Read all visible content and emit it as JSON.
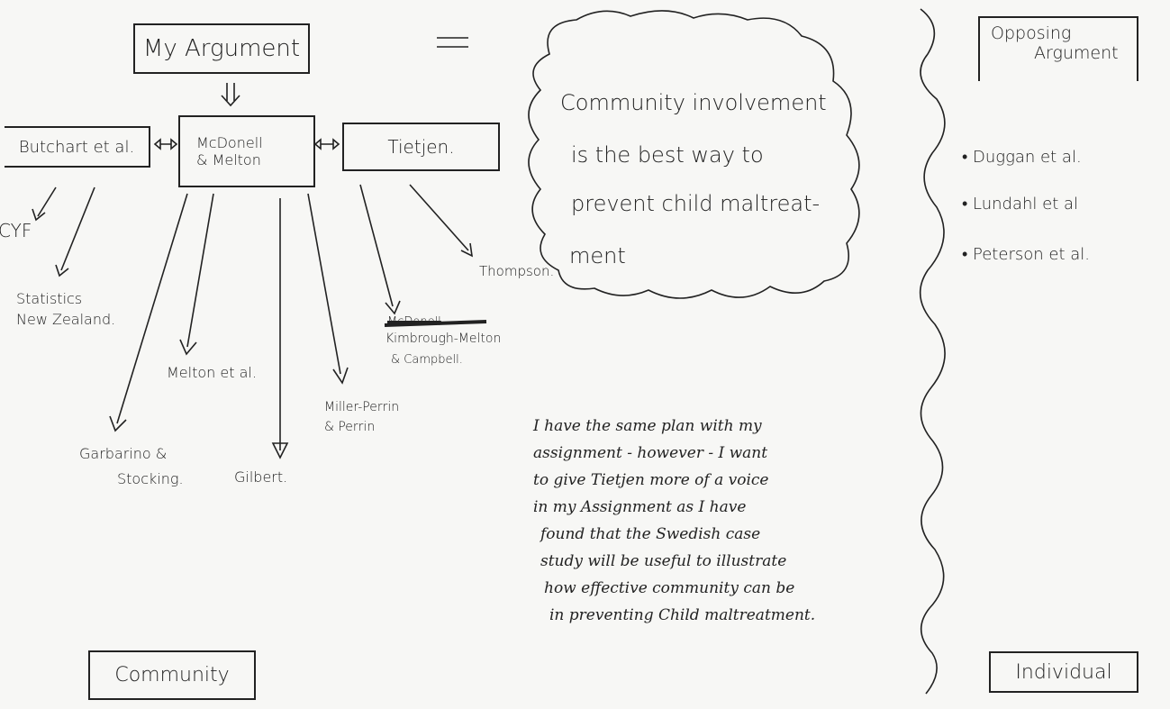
{
  "main_box": "My Argument",
  "equals": "=",
  "cloud_lines": [
    "Community involvement",
    "is the best way to",
    "prevent child maltreat-",
    "ment"
  ],
  "left_node": "Butchart et al.",
  "center_node": [
    "McDonell",
    "& Melton"
  ],
  "right_node": "Tietjen.",
  "arrows_symbol": "<>",
  "vert_arrow_symbol": "⇓",
  "sources": {
    "cyf": "CYF",
    "stats": [
      "Statistics",
      "New Zealand."
    ],
    "garbarino": [
      "Garbarino &",
      "Stocking."
    ],
    "melton": "Melton et al.",
    "gilbert": "Gilbert.",
    "miller": [
      "Miller-Perrin",
      "& Perrin"
    ],
    "crossed": "McDonell",
    "kimbrough": [
      "Kimbrough-Melton",
      "& Campbell."
    ],
    "thompson": "Thompson."
  },
  "opposing": {
    "title": [
      "Opposing",
      "Argument"
    ],
    "items": [
      "• Duggan et al.",
      "• Lundahl et al",
      "• Peterson et al."
    ]
  },
  "note_lines": [
    "I have the same plan with my",
    "assignment - however - I want",
    "to give Tietjen more of a voice",
    "in my Assignment as I have",
    "found that the Swedish case",
    "study will be useful to illustrate",
    "how effective community can be",
    "in preventing Child maltreatment."
  ],
  "bottom_left": "Community",
  "bottom_right": "Individual"
}
